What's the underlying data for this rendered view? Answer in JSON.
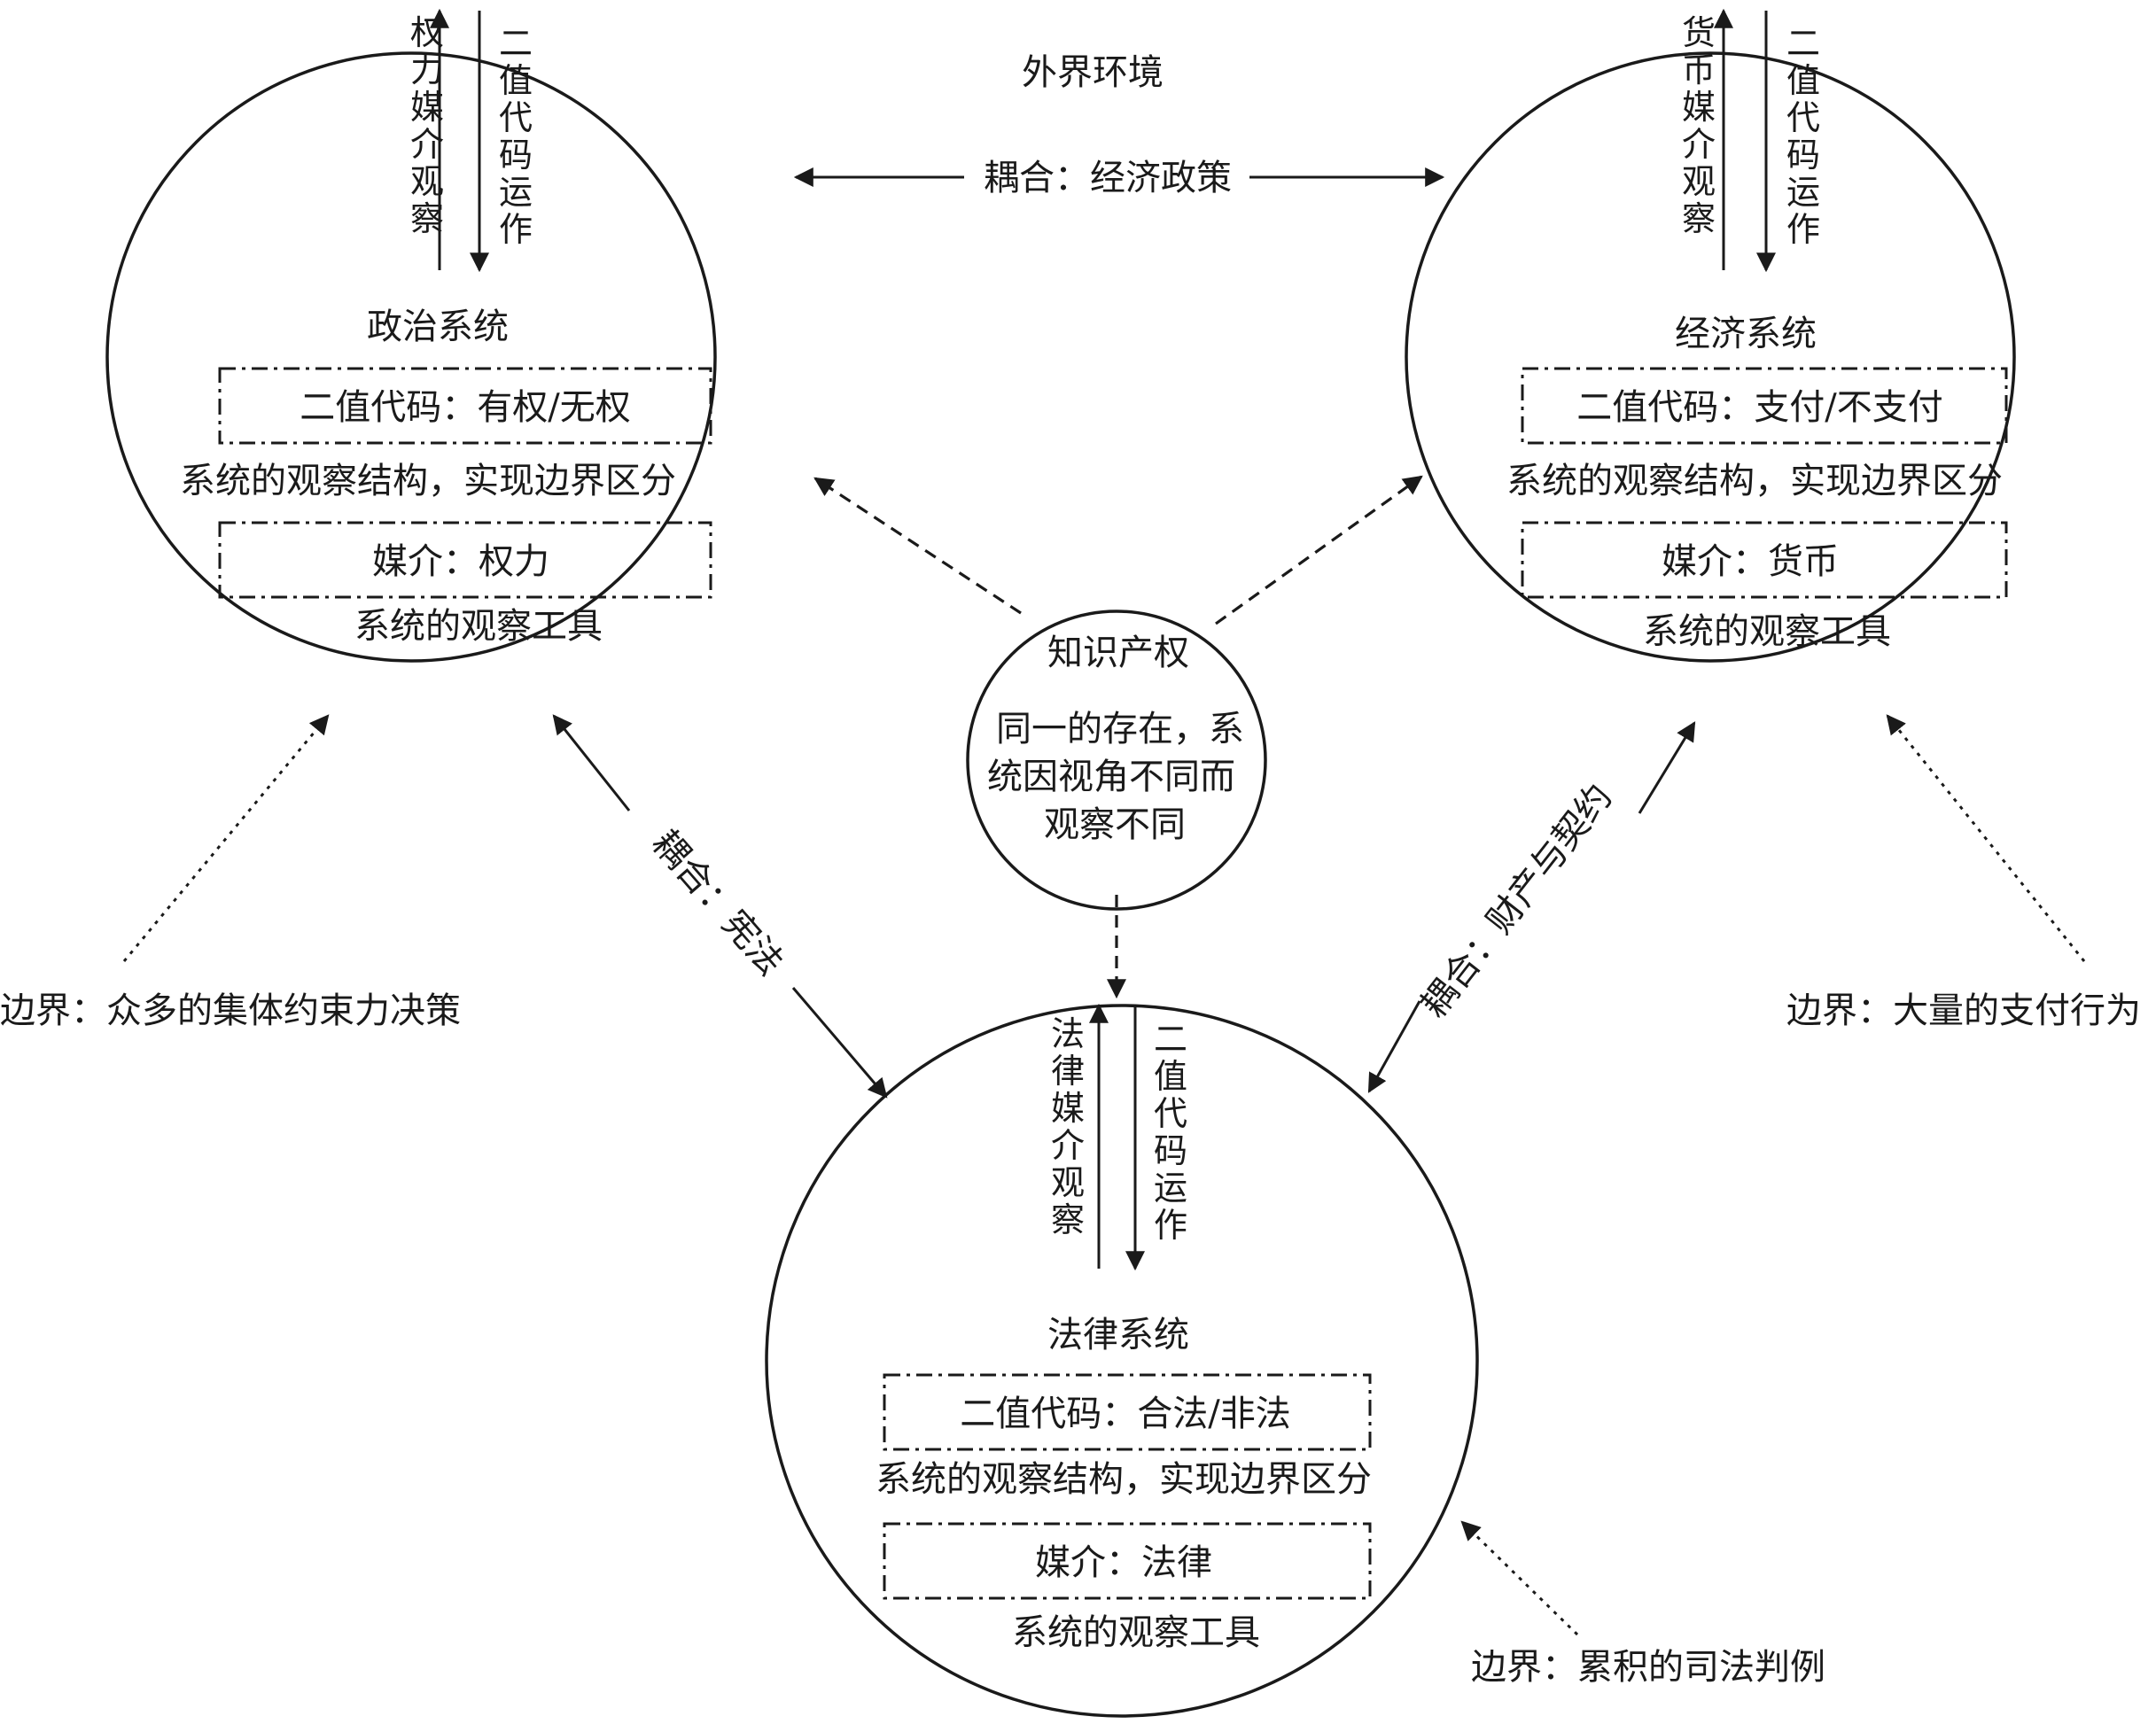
{
  "environment_label": "外界环境",
  "couplings": {
    "top": "耦合：经济政策",
    "left": "耦合：宪法",
    "right": "耦合：财产与契约"
  },
  "boundaries": {
    "political": "边界：众多的集体约束力决策",
    "economic": "边界：大量的支付行为",
    "legal": "边界：累积的司法判例"
  },
  "political": {
    "title": "政治系统",
    "media_observe": "权力媒介观察",
    "code_operate": "二值代码运作",
    "code_box": "二值代码：有权/无权",
    "structure": "系统的观察结构，实现边界区分",
    "media_box": "媒介：权力",
    "tool": "系统的观察工具"
  },
  "economic": {
    "title": "经济系统",
    "media_observe": "货币媒介观察",
    "code_operate": "二值代码运作",
    "code_box": "二值代码：支付/不支付",
    "structure": "系统的观察结构，实现边界区分",
    "media_box": "媒介：货币",
    "tool": "系统的观察工具"
  },
  "legal": {
    "title": "法律系统",
    "media_observe": "法律媒介观察",
    "code_operate": "二值代码运作",
    "code_box": "二值代码：合法/非法",
    "structure": "系统的观察结构，实现边界区分",
    "media_box": "媒介：法律",
    "tool": "系统的观察工具"
  },
  "ip": {
    "title": "知识产权",
    "desc_line1": "同一的存在，系",
    "desc_line2": "统因视角不同而",
    "desc_line3": "观察不同"
  }
}
